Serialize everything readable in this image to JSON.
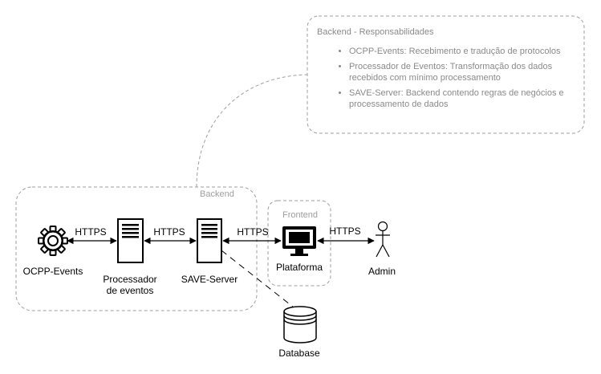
{
  "note": {
    "title": "Backend - Responsabilidades",
    "items": [
      "OCPP-Events: Recebimento e tradução de protocolos",
      "Processador de Eventos: Transformação dos dados recebidos com mínimo processamento",
      "SAVE-Server: Backend contendo regras de negócios e processamento de dados"
    ]
  },
  "groups": {
    "backend_title": "Backend",
    "frontend_title": "Frontend"
  },
  "nodes": {
    "ocpp_events": "OCPP-Events",
    "processador_line1": "Processador",
    "processador_line2": "de eventos",
    "save_server": "SAVE-Server",
    "plataforma": "Plataforma",
    "admin": "Admin",
    "database": "Database"
  },
  "edges": {
    "ocpp_to_processador": "HTTPS",
    "processador_to_save": "HTTPS",
    "save_to_plataforma": "HTTPS",
    "plataforma_to_admin": "HTTPS"
  },
  "colors": {
    "stroke": "#000000",
    "dashed": "#9e9e9e",
    "muted_text": "#8a8a8a"
  }
}
